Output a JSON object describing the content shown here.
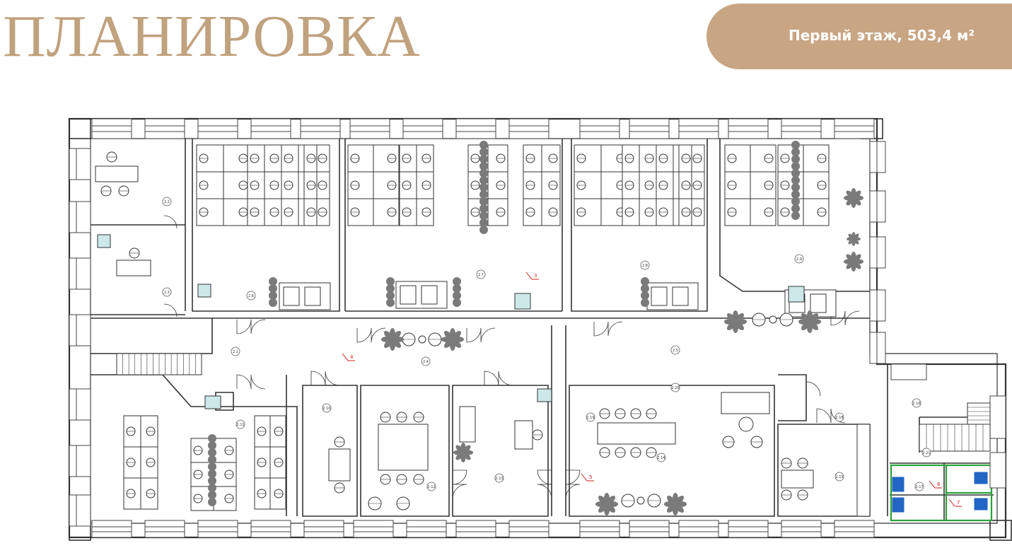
{
  "header": {
    "title": "ПЛАНИРОВКА",
    "floor_label": "Первый этаж, 503,4 м²"
  },
  "plan": {
    "room_labels": [
      "2.1",
      "2.2",
      "2.3",
      "2.4",
      "2.5",
      "2.6",
      "2.7",
      "2.8",
      "2.9",
      "2.10",
      "2.11",
      "2.12",
      "2.13",
      "2.14",
      "2.15",
      "2.16",
      "2.17",
      "2.18",
      "2.19",
      "2.20",
      "2.21"
    ],
    "markers": [
      "3",
      "4",
      "5",
      "6",
      "7"
    ]
  },
  "colors": {
    "brand": "#c8a583",
    "title": "#c1a27f",
    "wall": "#333333",
    "plant": "#7a7a7a",
    "accent_green": "#2aa13a",
    "accent_blue": "#2166c4",
    "marker_red": "#d02020"
  }
}
